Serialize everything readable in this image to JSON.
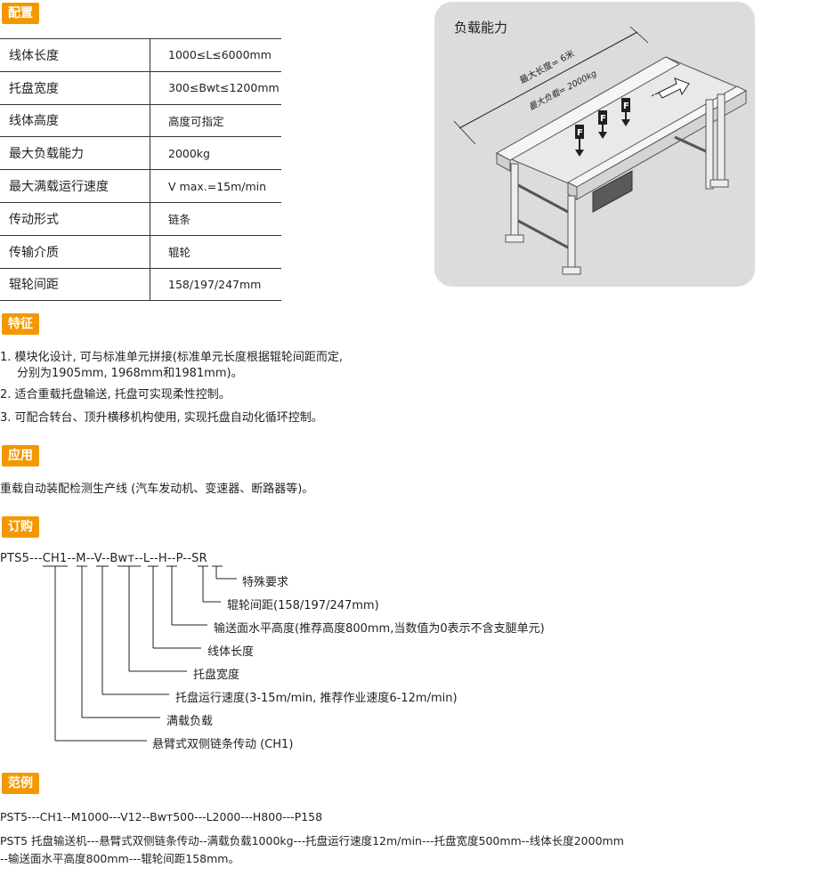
{
  "sections": {
    "config": "配置",
    "features": "特征",
    "application": "应用",
    "order": "订购",
    "example": "范例"
  },
  "spec_rows": [
    {
      "k": "线体长度",
      "v": "1000≤L≤6000mm"
    },
    {
      "k": "托盘宽度",
      "v": "300≤Bwt≤1200mm"
    },
    {
      "k": "线体高度",
      "v": "高度可指定"
    },
    {
      "k": "最大负载能力",
      "v": "2000kg"
    },
    {
      "k": "最大满载运行速度",
      "v": "V max.=15m/min"
    },
    {
      "k": "传动形式",
      "v": "链条"
    },
    {
      "k": "传输介质",
      "v": "辊轮"
    },
    {
      "k": "辊轮间距",
      "v": "158/197/247mm"
    }
  ],
  "figure": {
    "title": "负载能力",
    "length_label": "最大长度= 6米",
    "load_label": "最大负载= 2000kg",
    "force": "F"
  },
  "features": [
    "1. 模块化设计, 可与标准单元拼接(标准单元长度根据辊轮间距而定,",
    "分别为1905mm, 1968mm和1981mm)。",
    "2. 适合重载托盘输送, 托盘可实现柔性控制。",
    "3. 可配合转台、顶升横移机构使用, 实现托盘自动化循环控制。"
  ],
  "application": "重载自动装配检测生产线  (汽车发动机、变速器、断路器等)。",
  "order": {
    "code": "PTS5---CH1--M--V--Bwт--L--H--P--SR",
    "labels": [
      "特殊要求",
      "辊轮间距(158/197/247mm)",
      "输送面水平高度(推荐高度800mm,当数值为0表示不含支腿单元)",
      "线体长度",
      "托盘宽度",
      "托盘运行速度(3-15m/min, 推荐作业速度6-12m/min)",
      "满载负载",
      "悬臂式双侧链条传动 (CH1)"
    ]
  },
  "example": {
    "line1": "PST5---CH1--M1000---V12--Bwт500---L2000---H800---P158",
    "line2": "PST5 托盘输送机---悬臂式双侧链条传动--满载负载1000kg---托盘运行速度12m/min---托盘宽度500mm--线体长度2000mm",
    "line3": "--输送面水平高度800mm---辊轮间距158mm。"
  },
  "colors": {
    "accent": "#f39800",
    "panel": "#dcdcdd"
  }
}
